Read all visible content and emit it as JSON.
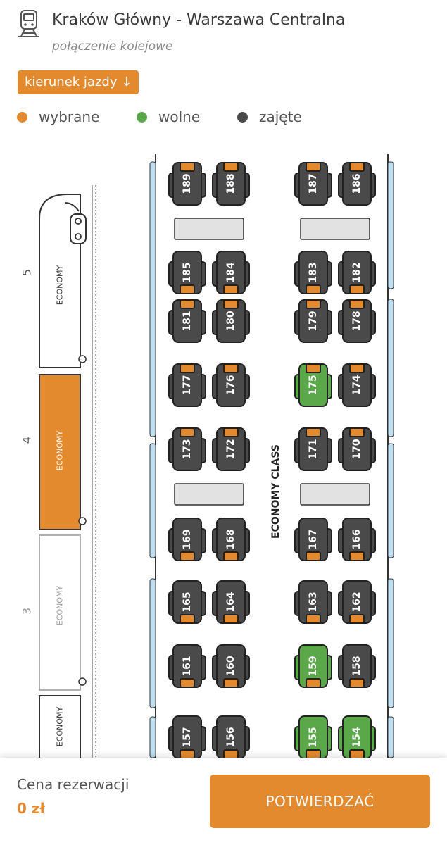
{
  "header": {
    "title": "Kraków Główny - Warszawa Centralna",
    "subtitle": "połączenie kolejowe",
    "train_icon": "train-icon"
  },
  "direction_badge": {
    "label": "kierunek jazdy",
    "arrow": "↓"
  },
  "legend": {
    "items": [
      {
        "label": "wybrane",
        "color": "#e38a2e"
      },
      {
        "label": "wolne",
        "color": "#5aa84a"
      },
      {
        "label": "zajęte",
        "color": "#4a4a4a"
      }
    ]
  },
  "cars": [
    {
      "number": "5",
      "class_label": "ECONOMY",
      "state": "default",
      "is_locomotive": true
    },
    {
      "number": "4",
      "class_label": "ECONOMY",
      "state": "selected",
      "is_locomotive": false
    },
    {
      "number": "3",
      "class_label": "ECONOMY",
      "state": "faded",
      "is_locomotive": false
    },
    {
      "number": "",
      "class_label": "ECONOMY",
      "state": "default",
      "is_locomotive": false
    }
  ],
  "coach": {
    "class_label": "ECONOMY CLASS",
    "seats": [
      {
        "number": "189",
        "status": "occupied"
      },
      {
        "number": "188",
        "status": "occupied"
      },
      {
        "number": "187",
        "status": "occupied"
      },
      {
        "number": "186",
        "status": "occupied"
      },
      {
        "number": "185",
        "status": "occupied"
      },
      {
        "number": "184",
        "status": "occupied"
      },
      {
        "number": "183",
        "status": "occupied"
      },
      {
        "number": "182",
        "status": "occupied"
      },
      {
        "number": "181",
        "status": "occupied"
      },
      {
        "number": "180",
        "status": "occupied"
      },
      {
        "number": "179",
        "status": "occupied"
      },
      {
        "number": "178",
        "status": "occupied"
      },
      {
        "number": "177",
        "status": "occupied"
      },
      {
        "number": "176",
        "status": "occupied"
      },
      {
        "number": "175",
        "status": "free"
      },
      {
        "number": "174",
        "status": "occupied"
      },
      {
        "number": "173",
        "status": "occupied"
      },
      {
        "number": "172",
        "status": "occupied"
      },
      {
        "number": "171",
        "status": "occupied"
      },
      {
        "number": "170",
        "status": "occupied"
      },
      {
        "number": "169",
        "status": "occupied"
      },
      {
        "number": "168",
        "status": "occupied"
      },
      {
        "number": "167",
        "status": "occupied"
      },
      {
        "number": "166",
        "status": "occupied"
      },
      {
        "number": "165",
        "status": "occupied"
      },
      {
        "number": "164",
        "status": "occupied"
      },
      {
        "number": "163",
        "status": "occupied"
      },
      {
        "number": "162",
        "status": "occupied"
      },
      {
        "number": "161",
        "status": "occupied"
      },
      {
        "number": "160",
        "status": "occupied"
      },
      {
        "number": "159",
        "status": "free"
      },
      {
        "number": "158",
        "status": "occupied"
      },
      {
        "number": "157",
        "status": "occupied"
      },
      {
        "number": "156",
        "status": "occupied"
      },
      {
        "number": "155",
        "status": "free"
      },
      {
        "number": "154",
        "status": "free"
      }
    ]
  },
  "colors": {
    "accent": "#e38a2e",
    "free": "#5aa84a",
    "occupied": "#4a4a4a",
    "window": "#bfe0f2",
    "table": "#e2e2e2"
  },
  "footer": {
    "price_label": "Cena rezerwacji",
    "price_value": "0 zł",
    "confirm_label": "POTWIERDZAĆ"
  }
}
